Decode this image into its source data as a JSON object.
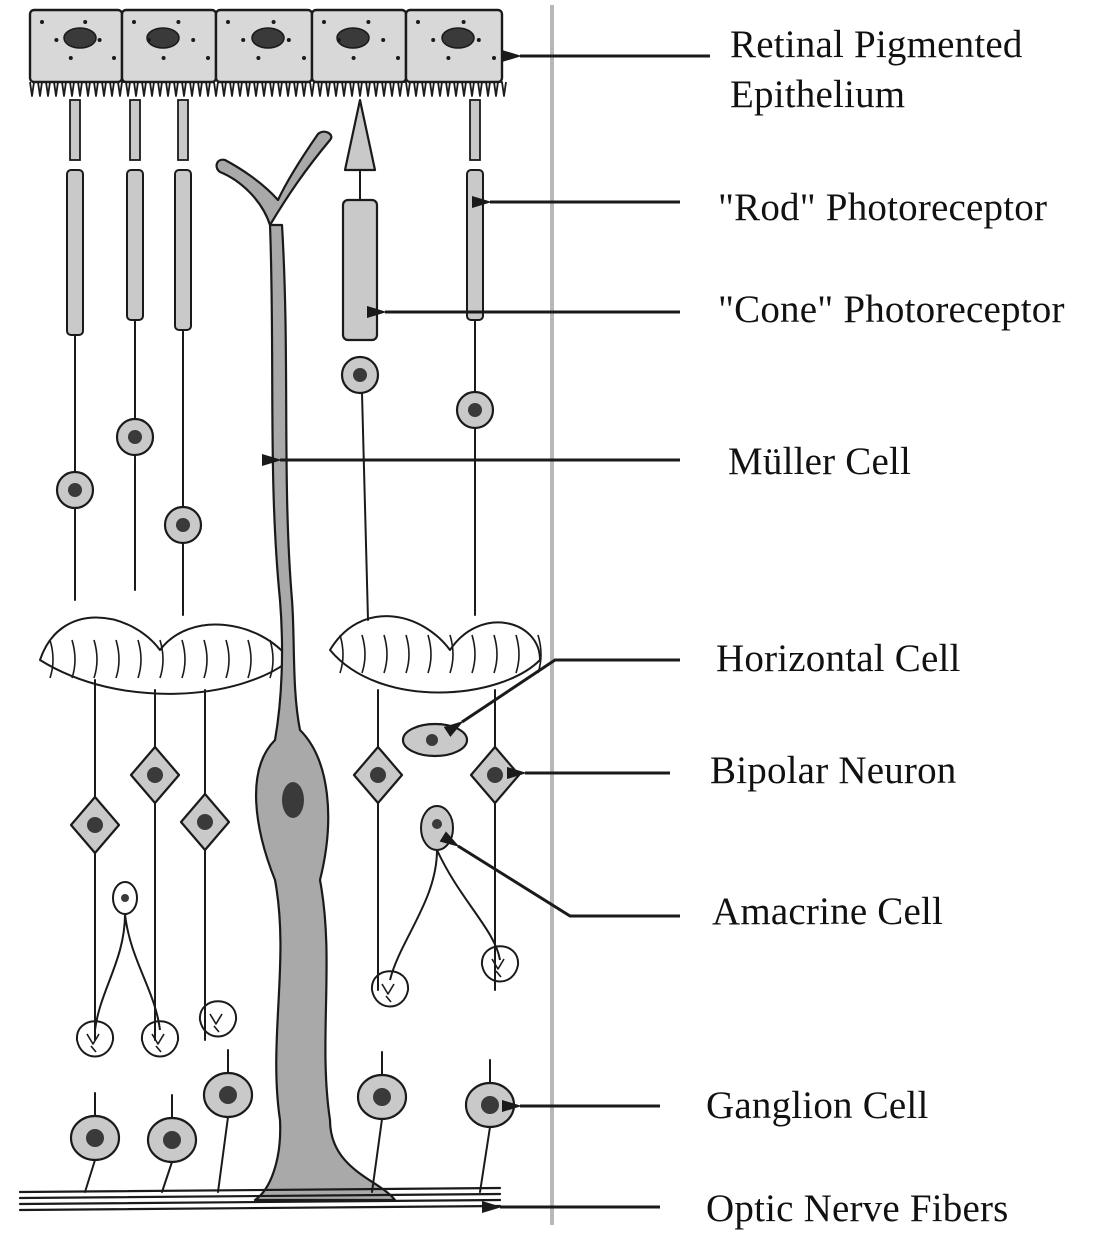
{
  "colors": {
    "ink": "#1a1a1a",
    "cell_fill": "#c9c9c9",
    "nucleus": "#3a3a3a",
    "epithelium_fill": "#d8d8d8",
    "muller_fill": "#a9a9a9",
    "divider": "#b8b8b8"
  },
  "labels": {
    "rpe_line1": "Retinal Pigmented",
    "rpe_line2": "Epithelium",
    "rod": "\"Rod\" Photoreceptor",
    "cone": "\"Cone\" Photoreceptor",
    "muller": "Müller Cell",
    "horizontal": "Horizontal Cell",
    "bipolar": "Bipolar Neuron",
    "amacrine": "Amacrine Cell",
    "ganglion": "Ganglion Cell",
    "optic": "Optic Nerve Fibers"
  }
}
